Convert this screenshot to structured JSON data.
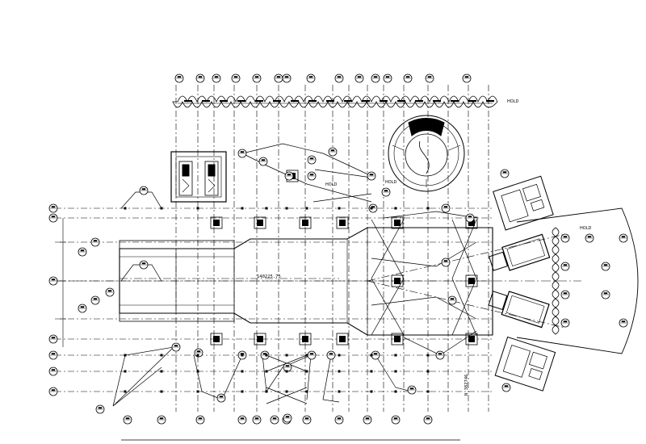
{
  "drawing": {
    "labels": {
      "hold_top": "HOLD",
      "hold_mid_1": "HOLD",
      "hold_mid_2": "HOLD",
      "hold_right": "HOLD",
      "dim_center": "140225.75",
      "dim_right": "N 382746"
    },
    "colors": {
      "ink": "#000000",
      "background": "#ffffff"
    }
  }
}
